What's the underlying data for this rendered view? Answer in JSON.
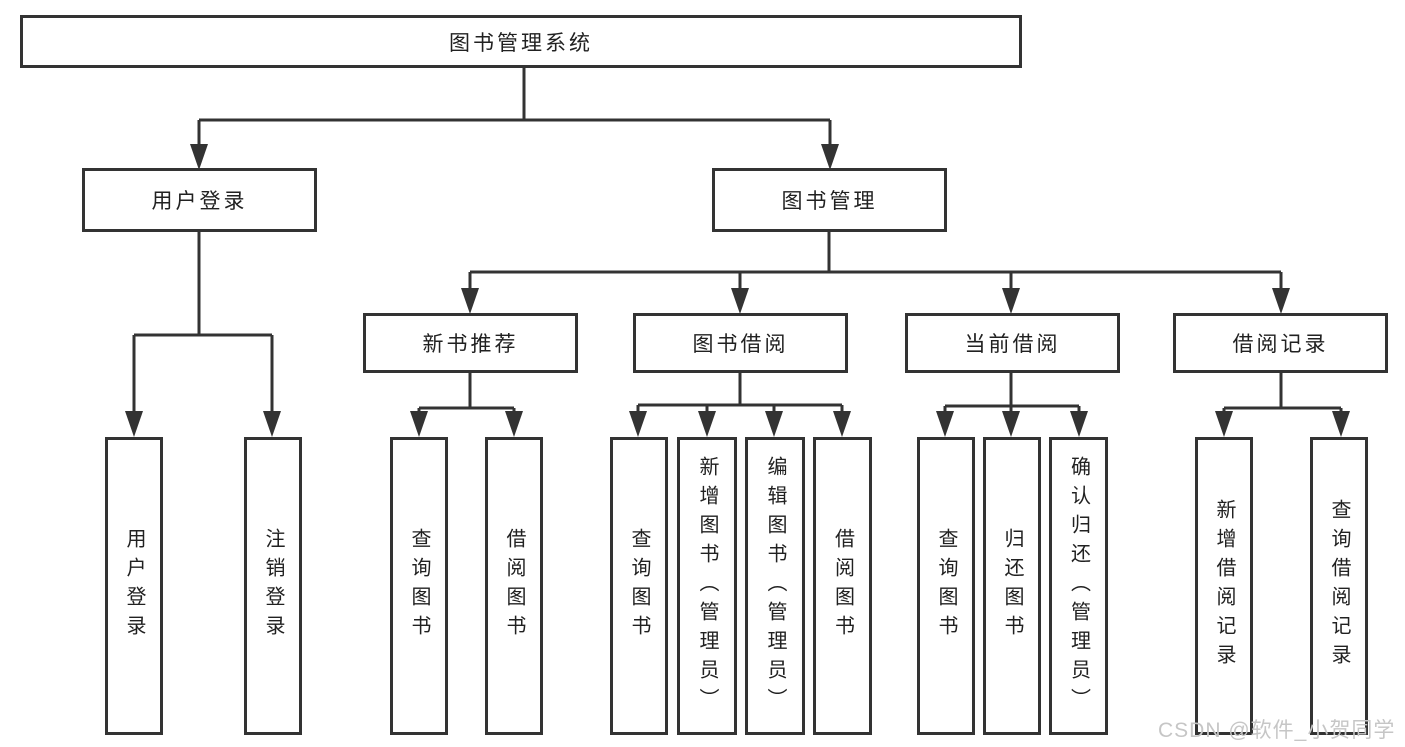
{
  "nodes": {
    "root": "图书管理系统",
    "level2": {
      "user_login": "用户登录",
      "book_mgmt": "图书管理"
    },
    "level3": {
      "new_book_rec": "新书推荐",
      "book_borrow": "图书借阅",
      "current_borrow": "当前借阅",
      "borrow_records": "借阅记录"
    },
    "leaves": {
      "user_login": [
        "用户登录",
        "注销登录"
      ],
      "new_book_rec": [
        "查询图书",
        "借阅图书"
      ],
      "book_borrow": [
        "查询图书",
        "新增图书（管理员）",
        "编辑图书（管理员）",
        "借阅图书"
      ],
      "current_borrow": [
        "查询图书",
        "归还图书",
        "确认归还（管理员）"
      ],
      "borrow_records": [
        "新增借阅记录",
        "查询借阅记录"
      ]
    }
  },
  "watermark": "CSDN @软件_小贺同学",
  "colors": {
    "line": "#333333",
    "text": "#212121",
    "watermark": "#c6c6c6",
    "background": "#ffffff"
  }
}
